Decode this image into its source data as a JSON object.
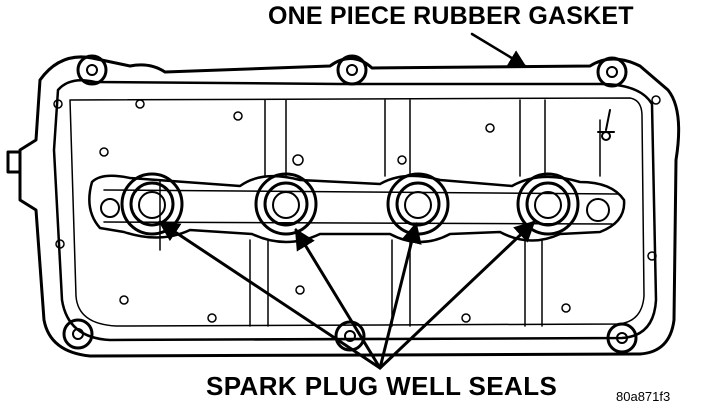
{
  "labels": {
    "gasket": "ONE PIECE RUBBER GASKET",
    "seals": "SPARK PLUG WELL SEALS",
    "figure_code": "80a871f3"
  },
  "colors": {
    "ink": "#000000",
    "paper": "#ffffff"
  }
}
